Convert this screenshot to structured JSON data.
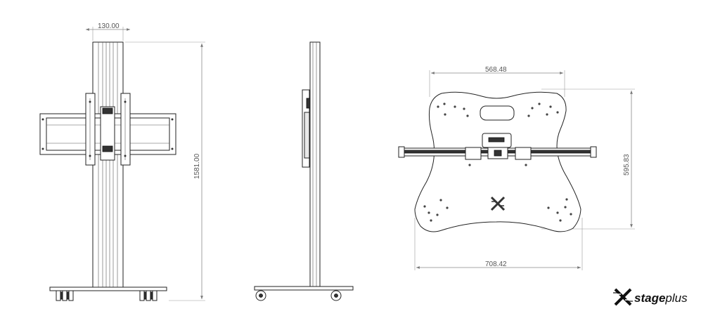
{
  "dimensions": {
    "top_width": "130.00",
    "height": "1581.00",
    "plate_top_width": "568.48",
    "plate_height": "595.83",
    "plate_bottom_width": "708.42"
  },
  "brand": {
    "name_bold": "stage",
    "name_light": "plus",
    "logo_icon": "stageplus-x-icon"
  },
  "colors": {
    "line": "#222222",
    "dimension": "#8a8a8a",
    "fill": "#e8e8e8"
  }
}
